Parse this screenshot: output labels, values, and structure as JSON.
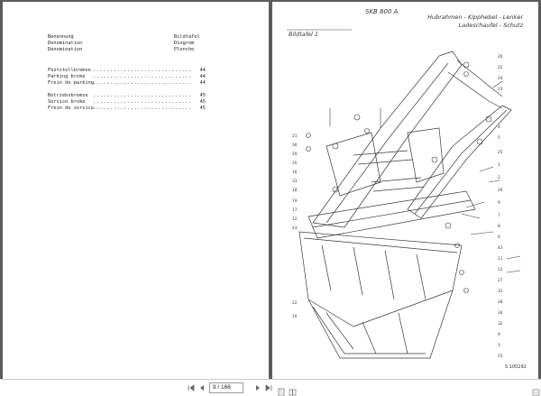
{
  "left_page": {
    "header": [
      {
        "term": "Benennung",
        "value": "Bildtafel"
      },
      {
        "term": "Denomination",
        "value": "Diogrom"
      },
      {
        "term": "Dénomination",
        "value": "Plonche"
      }
    ],
    "entries": [
      {
        "term": "Feststellbremse",
        "page": "44"
      },
      {
        "term": "Parking broke",
        "page": "44"
      },
      {
        "term": "Frein de parking",
        "page": "44"
      },
      {
        "term": "Betriebsbremse",
        "page": "45"
      },
      {
        "term": "Service broke",
        "page": "45"
      },
      {
        "term": "Frein de service",
        "page": "45"
      }
    ],
    "leader": "................................"
  },
  "right_page": {
    "model": "SKB 800 A",
    "plate_title": "Bildtafel 1",
    "caption_line1": "Hubrahmen - Kipphebel - Lenker",
    "caption_line2": "Ladeschaufel - Schutz",
    "drawing_number": "S 100292",
    "callouts_left": [
      "21",
      "30",
      "29",
      "35",
      "16",
      "33",
      "18",
      "19",
      "17",
      "12",
      "43",
      "22",
      "10"
    ],
    "callouts_right": [
      "26",
      "22",
      "24",
      "23",
      "4",
      "5",
      "25",
      "1",
      "2",
      "20",
      "9",
      "7",
      "8",
      "6",
      "43",
      "11",
      "13",
      "27",
      "31",
      "28",
      "34",
      "32",
      "9",
      "3",
      "15"
    ]
  },
  "toolbar": {
    "page_indicator": "9 / 166",
    "first_icon": "first-page-icon",
    "prev_icon": "previous-page-icon",
    "next_icon": "next-page-icon",
    "last_icon": "last-page-icon",
    "tool1_icon": "single-page-icon",
    "tool2_icon": "two-page-icon",
    "tool3_icon": "fit-width-icon"
  }
}
